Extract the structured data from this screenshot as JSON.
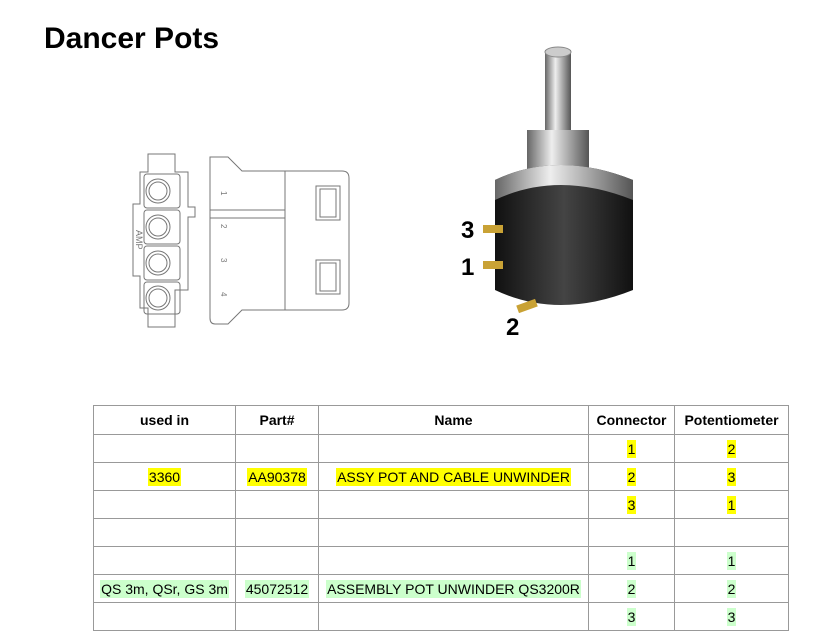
{
  "title": "Dancer Pots",
  "connector_drawing": {
    "brand": "AMP",
    "pin_numbers": [
      "1",
      "2",
      "3",
      "4"
    ]
  },
  "pot_pins": [
    "3",
    "1",
    "2"
  ],
  "colors": {
    "highlight_yellow": "#ffff00",
    "highlight_green": "#ccffcc"
  },
  "table": {
    "headers": [
      "used in",
      "Part#",
      "Name",
      "Connector",
      "Potentiometer"
    ],
    "rows": [
      {
        "used_in": "",
        "part": "",
        "name": "",
        "connector": "1",
        "pot": "2",
        "hl": "y"
      },
      {
        "used_in": "3360",
        "part": "AA90378",
        "name": "ASSY POT AND CABLE UNWINDER",
        "connector": "2",
        "pot": "3",
        "hl": "y"
      },
      {
        "used_in": "",
        "part": "",
        "name": "",
        "connector": "3",
        "pot": "1",
        "hl": "y"
      },
      {
        "used_in": "",
        "part": "",
        "name": "",
        "connector": "",
        "pot": "",
        "hl": ""
      },
      {
        "used_in": "",
        "part": "",
        "name": "",
        "connector": "1",
        "pot": "1",
        "hl": "g"
      },
      {
        "used_in": "QS 3m, QSr, GS 3m",
        "part": "45072512",
        "name": "ASSEMBLY POT UNWINDER QS3200R",
        "connector": "2",
        "pot": "2",
        "hl": "g"
      },
      {
        "used_in": "",
        "part": "",
        "name": "",
        "connector": "3",
        "pot": "3",
        "hl": "g"
      }
    ]
  }
}
